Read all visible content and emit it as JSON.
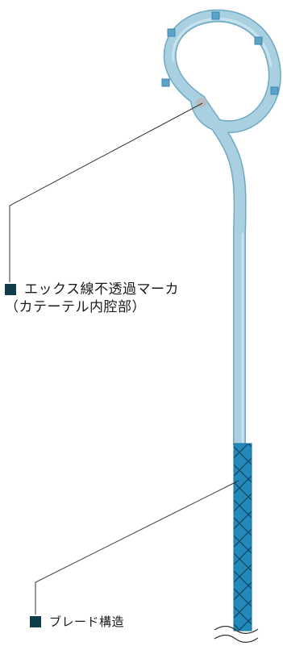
{
  "labels": {
    "marker_line1": "エックス線不透過マーカ",
    "marker_line2": "（カテーテル内腔部）",
    "braid": "ブレード構造"
  },
  "colors": {
    "catheter_body": "#9dc8db",
    "catheter_outline": "#6fa9c2",
    "braid_section": "#2389b9",
    "marker_square": "#0f3d4c",
    "leader_line": "#333333"
  },
  "icons": {
    "label_bullet": "square-bullet-icon",
    "break_mark": "wavy-break-icon"
  }
}
